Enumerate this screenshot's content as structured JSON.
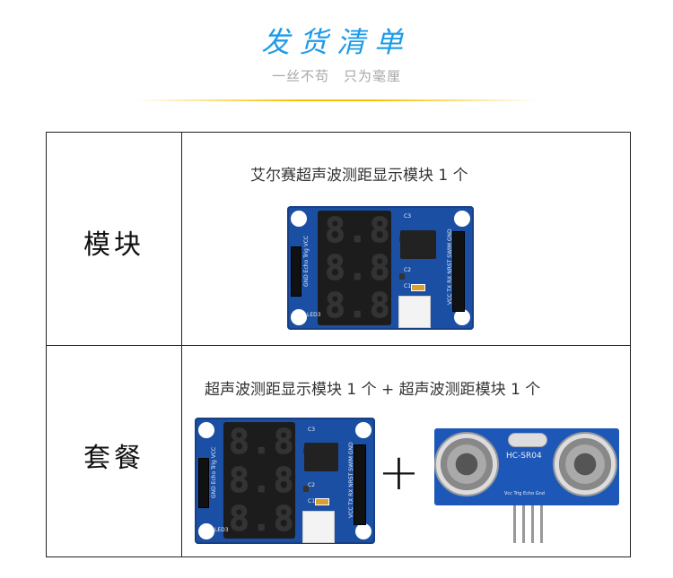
{
  "header": {
    "title": "发货清单",
    "subtitle": "一丝不苟　只为毫厘"
  },
  "rows": [
    {
      "label": "模块",
      "description": "艾尔赛超声波测距显示模块 1 个"
    },
    {
      "label": "套餐",
      "description": "超声波测距显示模块 1 个 + 超声波测距模块 1 个"
    }
  ],
  "board_silkscreen": {
    "left_pins": "GND Echo Trig VCC",
    "right_pins": "VCC TX RX NRST SWIM GND",
    "led": "LED3",
    "c1": "C1",
    "c2": "C2",
    "c3": "C3",
    "digits": "8.8."
  },
  "sensor_silkscreen": {
    "model": "HC-SR04",
    "pins": "Vcc Trig Echo Gnd"
  },
  "colors": {
    "title": "#1d9be8",
    "board": "#1b4fa3",
    "divider": "#f7c200"
  }
}
